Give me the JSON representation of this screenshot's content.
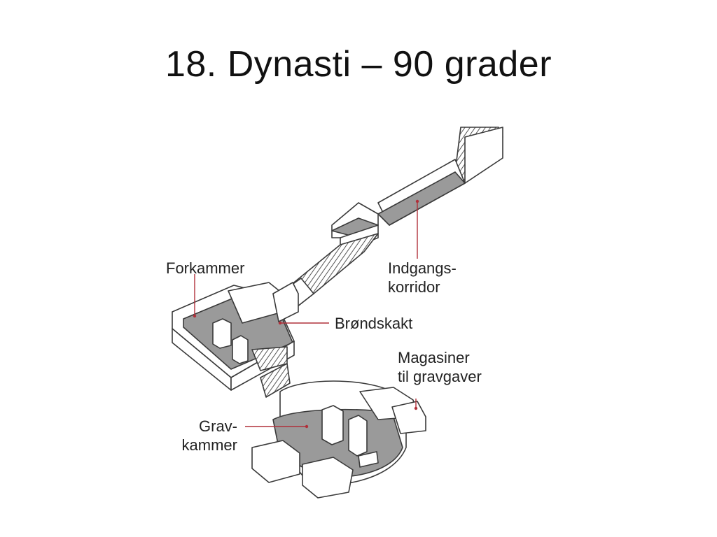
{
  "slide": {
    "title": "18. Dynasti – 90 grader"
  },
  "diagram": {
    "colors": {
      "outline": "#3a3a3a",
      "floor": "#8f8f8f",
      "stairs": "#6b6b6b",
      "leader": "#b0303a"
    },
    "labels": {
      "forkammer": "Forkammer",
      "indgangs_line1": "Indgangs-",
      "indgangs_line2": "korridor",
      "brondskakt": "Brøndskakt",
      "magasiner_line1": "Magasiner",
      "magasiner_line2": "til gravgaver",
      "grav_line1": "Grav-",
      "grav_line2": "kammer"
    }
  }
}
